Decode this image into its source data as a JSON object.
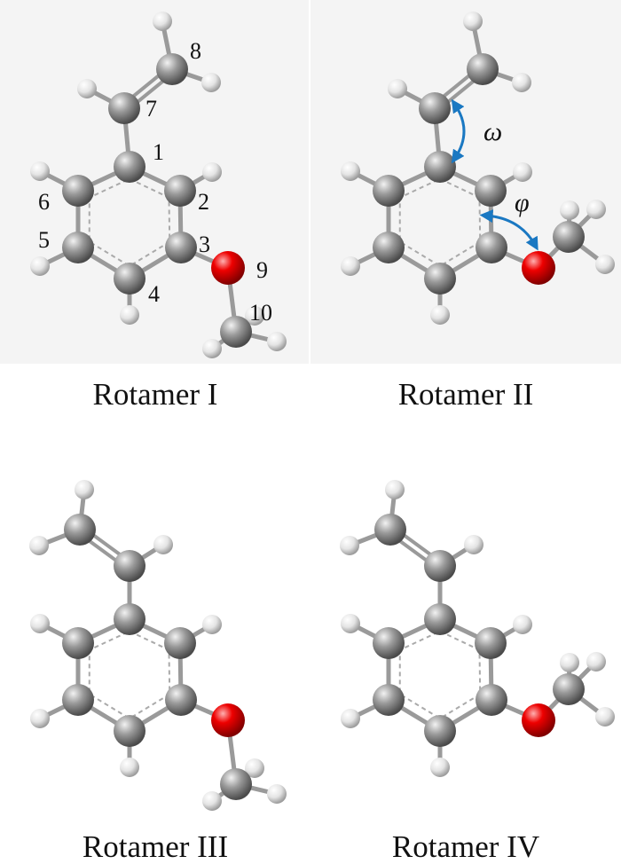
{
  "captions": {
    "r1": "Rotamer I",
    "r2": "Rotamer II",
    "r3": "Rotamer III",
    "r4": "Rotamer IV"
  },
  "atom_labels": [
    "1",
    "2",
    "3",
    "4",
    "5",
    "6",
    "7",
    "8",
    "9",
    "10"
  ],
  "angle_labels": {
    "omega": "ω",
    "phi": "φ"
  },
  "colors": {
    "carbon": "#8c8c8c",
    "hydrogen": "#e6e6e6",
    "oxygen": "#e00000",
    "bond": "#9a9a9a",
    "arrow": "#1a78c2",
    "panel_bg": "#f4f4f4"
  }
}
